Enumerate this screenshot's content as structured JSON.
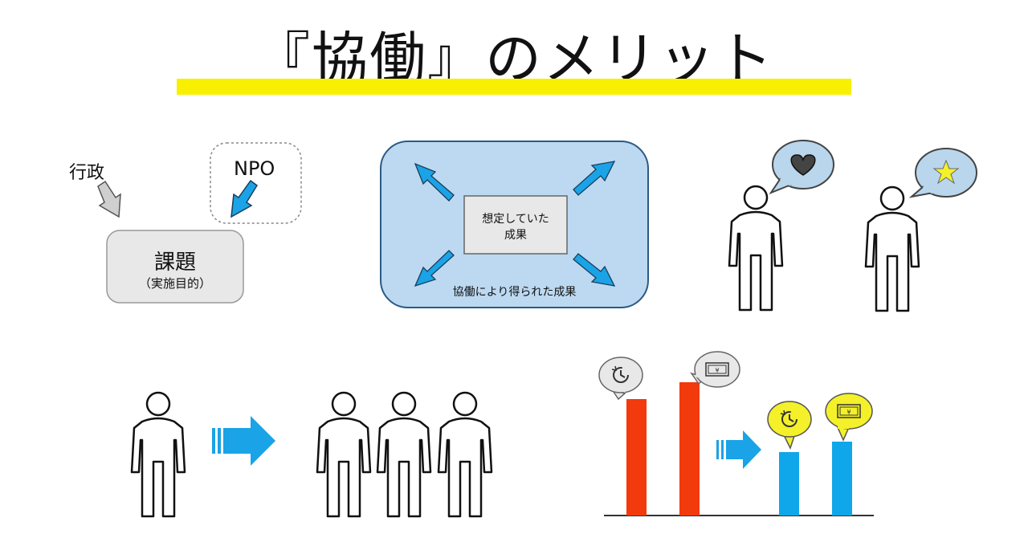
{
  "title": "『協働』のメリット",
  "panel_goal": {
    "gov_label": "行政",
    "npo_label": "NPO",
    "issue_title": "課題",
    "issue_sub": "（実施目的）"
  },
  "panel_outcome": {
    "expected_line1": "想定していた",
    "expected_line2": "成果",
    "collab_outcome": "協働により得られた成果"
  },
  "colors": {
    "highlight": "#f8f000",
    "arrow_blue": "#1aa3e6",
    "bar_red": "#f23a0c",
    "bar_blue": "#0fa7ea",
    "bubble_gray": "#b9d6ec",
    "bubble_yellow": "#f4f02a",
    "box_gray": "#e8e8e8",
    "panel_blue": "#bcd9f1"
  },
  "icons": [
    "heart-icon",
    "star-icon",
    "clock-icon",
    "money-icon"
  ]
}
